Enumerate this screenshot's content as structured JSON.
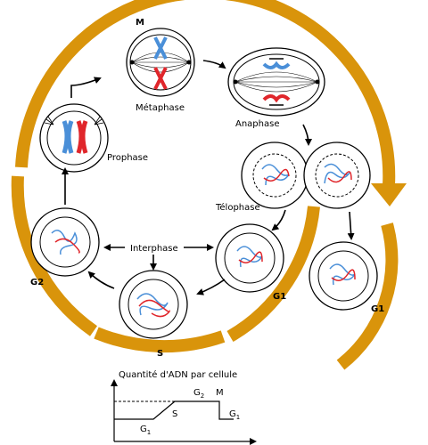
{
  "labels": {
    "m": "M",
    "metaphase": "Métaphase",
    "anaphase": "Anaphase",
    "prophase": "Prophase",
    "telophase": "Télophase",
    "interphase": "Interphase",
    "g2": "G2",
    "g1_left": "G1",
    "g1_right": "G1",
    "s": "S"
  },
  "graph": {
    "title": "Quantité d'ADN par cellule",
    "phase_g1_start": "G",
    "phase_g1_start_sub": "1",
    "phase_s": "S",
    "phase_g2": "G",
    "phase_g2_sub": "2",
    "phase_m": "M",
    "phase_g1_end": "G",
    "phase_g1_end_sub": "1"
  },
  "colors": {
    "ring": "#d9940b",
    "chromosome_blue": "#4a8fd8",
    "chromosome_red": "#e0262b"
  }
}
